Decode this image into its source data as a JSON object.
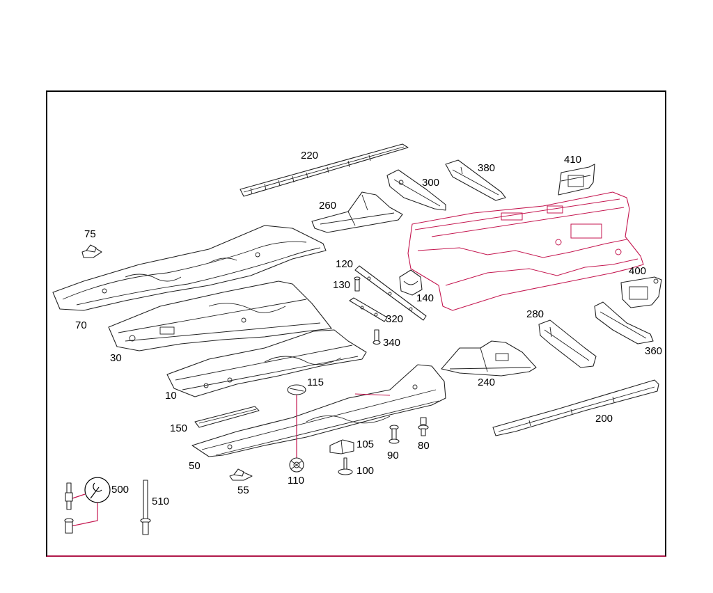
{
  "diagram": {
    "accent_color": "#c4164f",
    "line_color": "#222222",
    "labels": {
      "p220": "220",
      "p380": "380",
      "p410": "410",
      "p300": "300",
      "p260": "260",
      "p75": "75",
      "p120": "120",
      "p130": "130",
      "p140": "140",
      "p400": "400",
      "p320": "320",
      "p70": "70",
      "p280": "280",
      "p340": "340",
      "p360": "360",
      "p30": "30",
      "p240": "240",
      "p115": "115",
      "p10": "10",
      "p200": "200",
      "p150": "150",
      "p105": "105",
      "p80": "80",
      "p90": "90",
      "p50": "50",
      "p100": "100",
      "p500": "500",
      "p510": "510",
      "p55": "55",
      "p110": "110"
    }
  }
}
